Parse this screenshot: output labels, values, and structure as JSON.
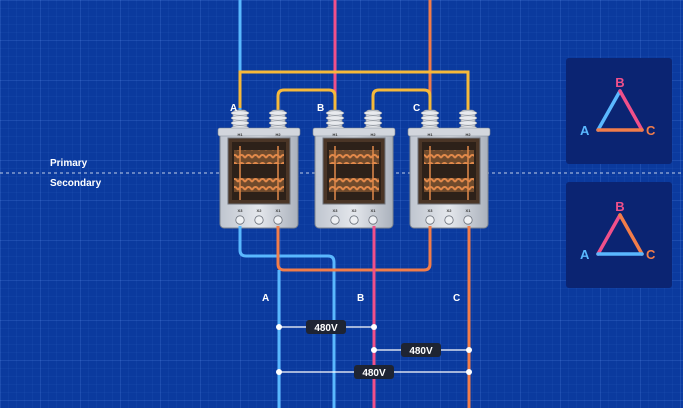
{
  "labels": {
    "primary": "Primary",
    "secondary": "Secondary",
    "phase_a": "A",
    "phase_b": "B",
    "phase_c": "C"
  },
  "transformer_terminals": {
    "h1": "H1",
    "h2": "H2",
    "x1": "X1",
    "x2": "X2",
    "x3": "X3"
  },
  "measurements": {
    "ab": "480V",
    "bc": "480V",
    "ac": "480V"
  },
  "panels": {
    "primary_delta": {
      "a": "A",
      "b": "B",
      "c": "C"
    },
    "secondary_delta": {
      "a": "A",
      "b": "B",
      "c": "C"
    }
  },
  "colors": {
    "background": "#0b3a9e",
    "phase_a": "#5ab8ff",
    "phase_b": "#f0508a",
    "phase_c": "#f27d4a",
    "jumper": "#f6b93b",
    "panel": "#0b2472"
  }
}
